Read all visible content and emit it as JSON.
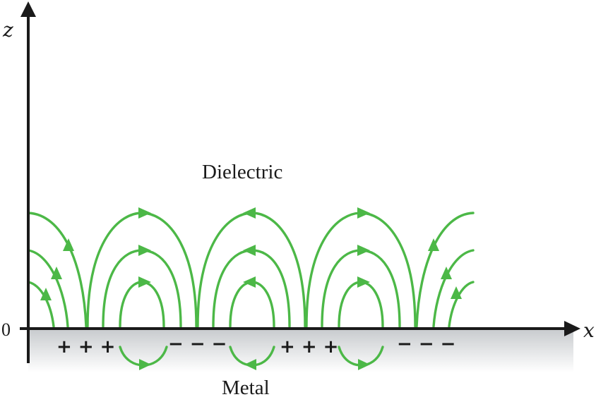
{
  "labels": {
    "z_axis": "z",
    "x_axis": "x",
    "origin": "0",
    "upper_medium": "Dielectric",
    "lower_medium": "Metal"
  },
  "charges": [
    {
      "sign": "positive",
      "text": "+ + +"
    },
    {
      "sign": "negative",
      "text": "− − −"
    },
    {
      "sign": "positive",
      "text": "+ + +"
    },
    {
      "sign": "negative",
      "text": "− − −"
    }
  ],
  "colors": {
    "field_lines": "#4cb847",
    "axes": "#1a1a1a",
    "metal_top": "#c9cccf",
    "metal_bottom": "#ffffff",
    "text": "#1a1a1a"
  }
}
